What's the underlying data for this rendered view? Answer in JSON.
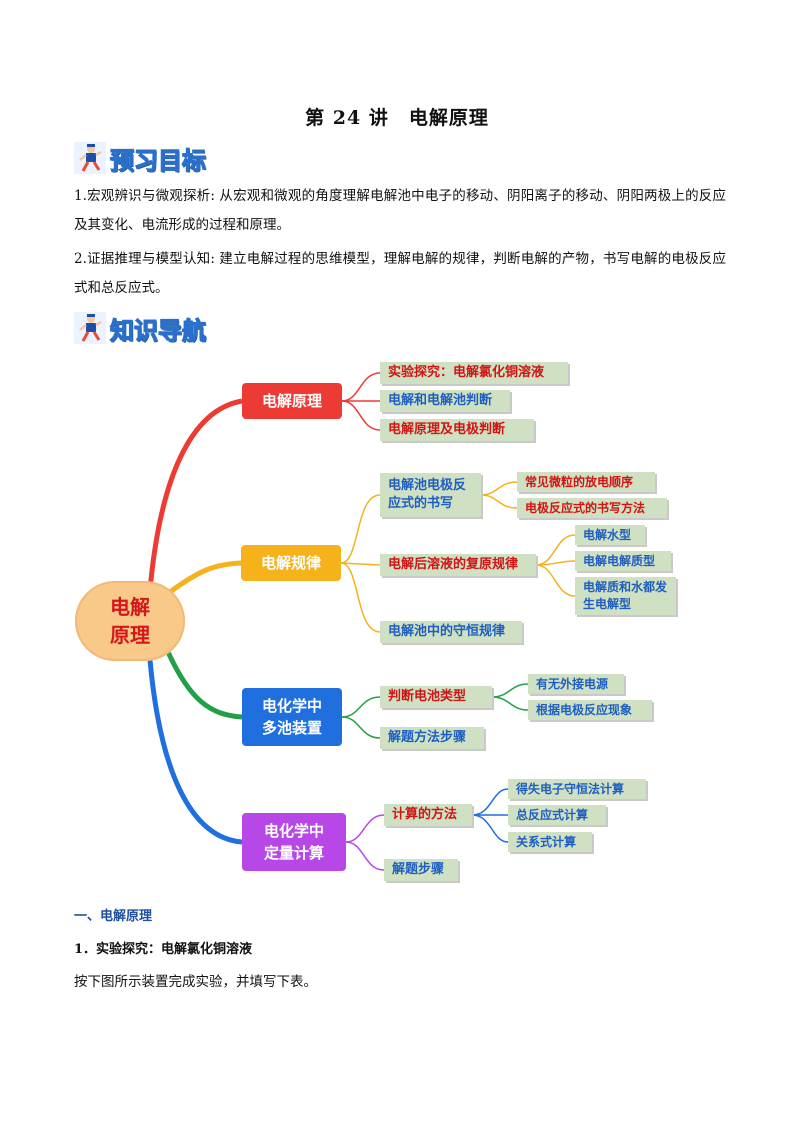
{
  "title": "第 24 讲　电解原理",
  "section1_title": "预习目标",
  "para1": "1.宏观辨识与微观探析: 从宏观和微观的角度理解电解池中电子的移动、阴阳离子的移动、阴阳两极上的反应及其变化、电流形成的过程和原理。",
  "para2": "2.证据推理与模型认知: 建立电解过程的思维模型，理解电解的规律，判断电解的产物，书写电解的电极反应式和总反应式。",
  "section2_title": "知识导航",
  "mindmap": {
    "center": "电解原理",
    "branches": {
      "b1": "电解原理",
      "b2": "电解规律",
      "b3": "电化学中多池装置",
      "b4": "电化学中定量计算"
    },
    "leaves": {
      "b1_1": "实验探究：电解氯化铜溶液",
      "b1_2": "电解和电解池判断",
      "b1_3": "电解原理及电极判断",
      "b2_1": "电解池电极反应式的书写",
      "b2_1a": "常见微粒的放电顺序",
      "b2_1b": "电极反应式的书写方法",
      "b2_2": "电解后溶液的复原规律",
      "b2_2a": "电解水型",
      "b2_2b": "电解电解质型",
      "b2_2c": "电解质和水都发生电解型",
      "b2_3": "电解池中的守恒规律",
      "b3_1": "判断电池类型",
      "b3_1a": "有无外接电源",
      "b3_1b": "根据电极反应现象",
      "b3_2": "解题方法步骤",
      "b4_1": "计算的方法",
      "b4_1a": "得失电子守恒法计算",
      "b4_1b": "总反应式计算",
      "b4_1c": "关系式计算",
      "b4_2": "解题步骤"
    },
    "colors": {
      "b1": "#ec3b34",
      "b2": "#f5b21b",
      "b3": "#1f6fde",
      "b4": "#b847e8",
      "center_bg": "#f9c98a",
      "center_text": "#d5161a",
      "leaf_bg": "#cfe0c3"
    }
  },
  "section_heading": "一、电解原理",
  "subheading": "1．实验探究：电解氯化铜溶液",
  "body_line": "按下图所示装置完成实验，并填写下表。"
}
